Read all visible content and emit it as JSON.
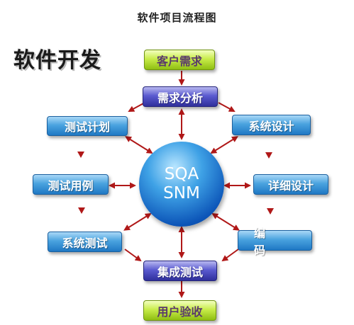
{
  "title": "软件项目流程图",
  "watermark": "软件开发",
  "hub": {
    "line1": "SQA",
    "line2": "SNM"
  },
  "nodes": {
    "requirement": "客户需求",
    "analysis": "需求分析",
    "test_plan": "测试计划",
    "system_design": "系统设计",
    "test_cases": "测试用例",
    "detailed_design": "详细设计",
    "system_test": "系统测试",
    "coding": "编 码",
    "integration_test": "集成测试",
    "acceptance": "用户验收"
  },
  "colors": {
    "arrow": "#b01818",
    "blue": "#2f8fd8",
    "violet": "#4545b8",
    "green": "#b6e02c",
    "hub": "#1565c0"
  }
}
